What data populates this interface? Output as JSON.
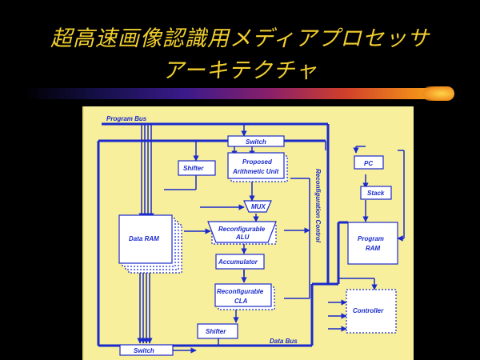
{
  "title": {
    "line1": "超高速画像認識用メディアプロセッサ",
    "line2": "アーキテクチャ"
  },
  "diagram": {
    "labels": {
      "program_bus": "Program Bus",
      "data_bus": "Data Bus",
      "switch_top": "Switch",
      "switch_bottom": "Switch",
      "shifter_top": "Shifter",
      "shifter_bottom": "Shifter",
      "proposed_au_line1": "Proposed",
      "proposed_au_line2": "Arithmetic Unit",
      "mux": "MUX",
      "reconfig_alu_line1": "Reconfigurable",
      "reconfig_alu_line2": "ALU",
      "accumulator": "Accumulator",
      "reconfig_cla_line1": "Reconfigurable",
      "reconfig_cla_line2": "CLA",
      "data_ram": "Data RAM",
      "pc": "PC",
      "stack": "Stack",
      "program_ram_line1": "Program",
      "program_ram_line2": "RAM",
      "controller": "Controller",
      "reconfiguration_control": "Reconfiguration Control"
    },
    "colors": {
      "line": "#1a2acc",
      "panel": "#f7ef9c",
      "box": "#ffffff"
    }
  }
}
